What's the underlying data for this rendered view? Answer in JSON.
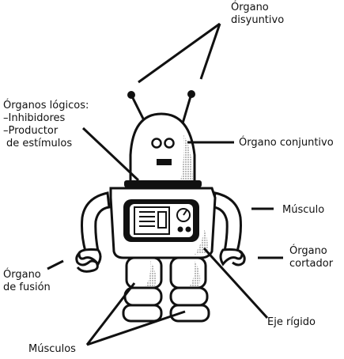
{
  "labels": {
    "disjunctive_line1": "Órgano",
    "disjunctive_line2": "disyuntivo",
    "logic_title": "Órganos lógicos:",
    "logic_item1": "–Inhibidores",
    "logic_item2": "–Productor",
    "logic_item3": "de estímulos",
    "conjunctive": "Órgano conjuntivo",
    "muscle": "Músculo",
    "cutter_line1": "Órgano",
    "cutter_line2": "cortador",
    "fusion_line1": "Órgano",
    "fusion_line2": "de fusión",
    "rigid_axis": "Eje rígido",
    "muscles": "Músculos"
  },
  "colors": {
    "ink": "#111111",
    "paper": "#ffffff",
    "shade": "#bdbdbd"
  }
}
